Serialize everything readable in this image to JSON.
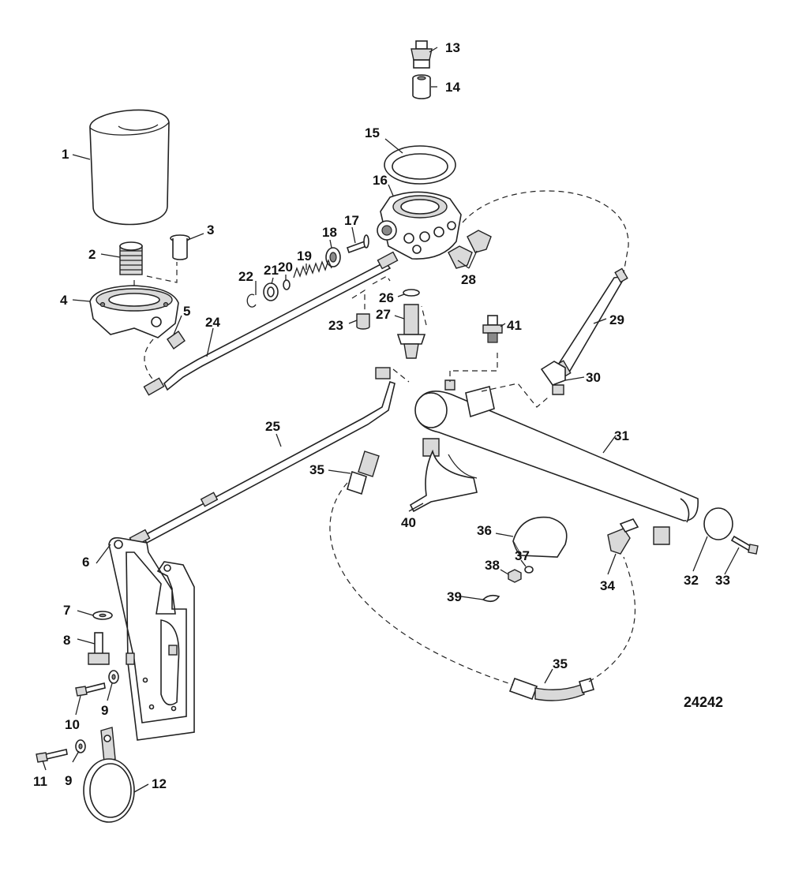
{
  "diagram": {
    "reference_number": "24242",
    "callouts": [
      "1",
      "2",
      "3",
      "4",
      "5",
      "6",
      "7",
      "8",
      "9",
      "10",
      "11",
      "12",
      "13",
      "14",
      "15",
      "16",
      "17",
      "18",
      "19",
      "20",
      "21",
      "22",
      "23",
      "24",
      "25",
      "26",
      "27",
      "28",
      "29",
      "30",
      "31",
      "32",
      "33",
      "34",
      "35",
      "36",
      "37",
      "38",
      "39",
      "40",
      "41"
    ],
    "extra_callouts": {
      "nine_b": "9",
      "thirtyfive_b": "35"
    }
  }
}
